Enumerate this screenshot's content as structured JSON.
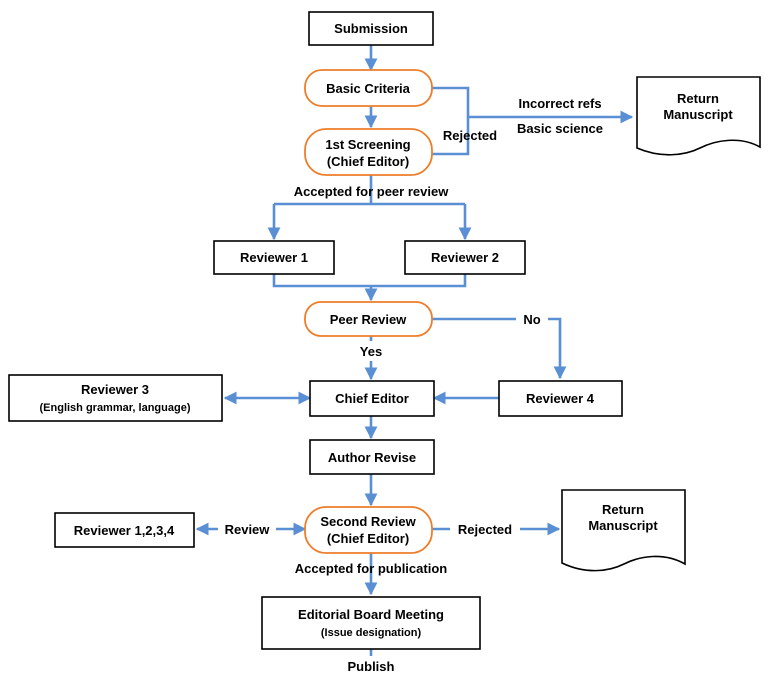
{
  "colors": {
    "connector": "#5a8fd4",
    "decision_border": "#ee7d2a",
    "box_border": "#000000"
  },
  "nodes": {
    "submission": "Submission",
    "basic_criteria": "Basic Criteria",
    "first_screening": [
      "1st Screening",
      "(Chief Editor)"
    ],
    "return_manuscript_1": [
      "Return",
      "Manuscript"
    ],
    "reviewer_1": "Reviewer 1",
    "reviewer_2": "Reviewer 2",
    "peer_review": "Peer Review",
    "reviewer_3": [
      "Reviewer 3",
      "(English grammar, language)"
    ],
    "chief_editor": "Chief Editor",
    "reviewer_4": "Reviewer 4",
    "author_revise": "Author Revise",
    "second_review": [
      "Second Review",
      "(Chief Editor)"
    ],
    "reviewer_1234": "Reviewer 1,2,3,4",
    "return_manuscript_2": [
      "Return",
      "Manuscript"
    ],
    "editorial_board": [
      "Editorial Board Meeting",
      "(Issue designation)"
    ]
  },
  "edge_labels": {
    "incorrect_refs": "Incorrect refs",
    "basic_science": "Basic science",
    "rejected_1": "Rejected",
    "accepted_peer_review": "Accepted for peer review",
    "no": "No",
    "yes": "Yes",
    "review": "Review",
    "rejected_2": "Rejected",
    "accepted_publication": "Accepted for publication",
    "publish": "Publish"
  }
}
